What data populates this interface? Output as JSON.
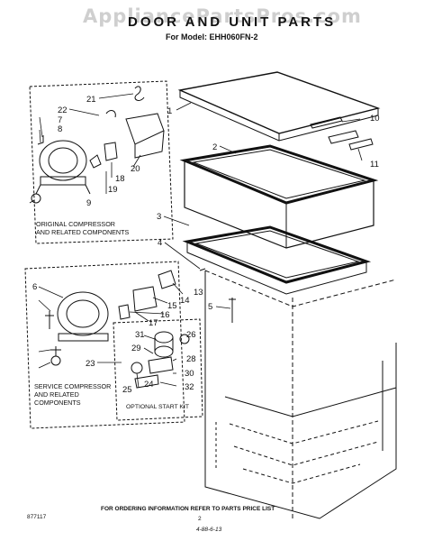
{
  "watermark": "AppliancePartsPros.com",
  "title": "DOOR AND UNIT PARTS",
  "model": "For Model: EHH060FN-2",
  "captions": {
    "original": [
      "ORIGINAL COMPRESSOR",
      "AND RELATED COMPONENTS"
    ],
    "service": [
      "SERVICE COMPRESSOR",
      "AND RELATED",
      "COMPONENTS"
    ],
    "start_kit": "OPTIONAL START KIT"
  },
  "callouts": [
    "1",
    "2",
    "3",
    "4",
    "5",
    "6",
    "7",
    "8",
    "9",
    "10",
    "11",
    "13",
    "14",
    "15",
    "16",
    "17",
    "18",
    "19",
    "20",
    "21",
    "22",
    "23",
    "24",
    "25",
    "26",
    "28",
    "29",
    "30",
    "31",
    "32"
  ],
  "footer": {
    "ordering": "FOR ORDERING INFORMATION REFER TO PARTS PRICE LIST",
    "code": "877117",
    "page": "2",
    "handwritten": "4-88-6-13"
  }
}
